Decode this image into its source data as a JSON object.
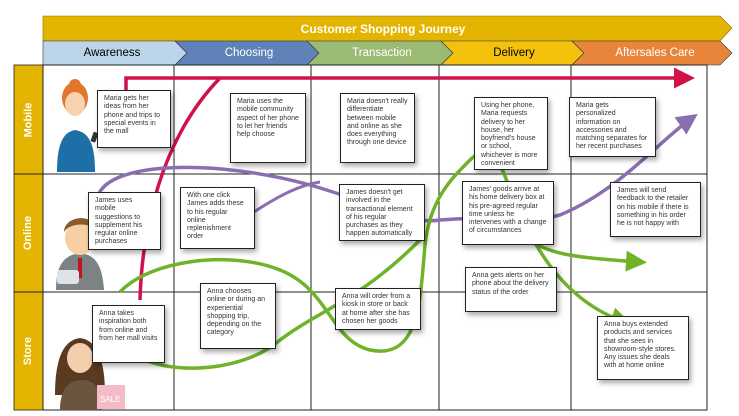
{
  "title": "Customer Shopping Journey",
  "colors": {
    "title_bar": "#e3b400",
    "awareness": "#bcd5ea",
    "choosing": "#5f82b8",
    "transaction": "#9bbb74",
    "delivery": "#f4c20d",
    "aftersales": "#e8853a",
    "mobile_line": "#d0124a",
    "online_line": "#8a6fb0",
    "store_line": "#6fb32a"
  },
  "phases": [
    "Awareness",
    "Choosing",
    "Transaction",
    "Delivery",
    "Aftersales Care"
  ],
  "channels": [
    "Mobile",
    "Online",
    "Store"
  ],
  "notes": {
    "mobile": [
      "Maria gets her ideas from her phone and trips to special events in the mall",
      "Maria uses the mobile community aspect of her phone to let her friends help choose",
      "Maria doesn't really differentiate between mobile and online as she does everything through one device",
      "Using her phone, Maria requests delivery to her house, her boyfriend's house or school, whichever is more convenient",
      "Maria gets personalized information on accessories and matching separates for her recent purchases"
    ],
    "online": [
      "James uses mobile suggestions to supplement his regular online purchases",
      "With one click James adds these to his regular online replenishment order",
      "James doesn't get involved in the transactional element of his regular purchases as they happen automatically",
      "James' goods arrive at his home delivery box at his pre-agreed regular time unless he intervenes with a change of circumstances",
      "James will send feedback to the retailer on his mobile if there is something in his order he is not happy with"
    ],
    "store": [
      "Anna takes inspiration both from online and from her mall visits",
      "Anna chooses online or during an experiential shopping trip, depending on the category",
      "Anna will order from a kiosk in store or back at home after she has chosen her goods",
      "Anna gets alerts on her phone about the delivery status of the order",
      "Anna buys extended products and services that she sees in showroom-style stores. Any issues she deals with at home online"
    ]
  },
  "sale_tag": "SALE"
}
